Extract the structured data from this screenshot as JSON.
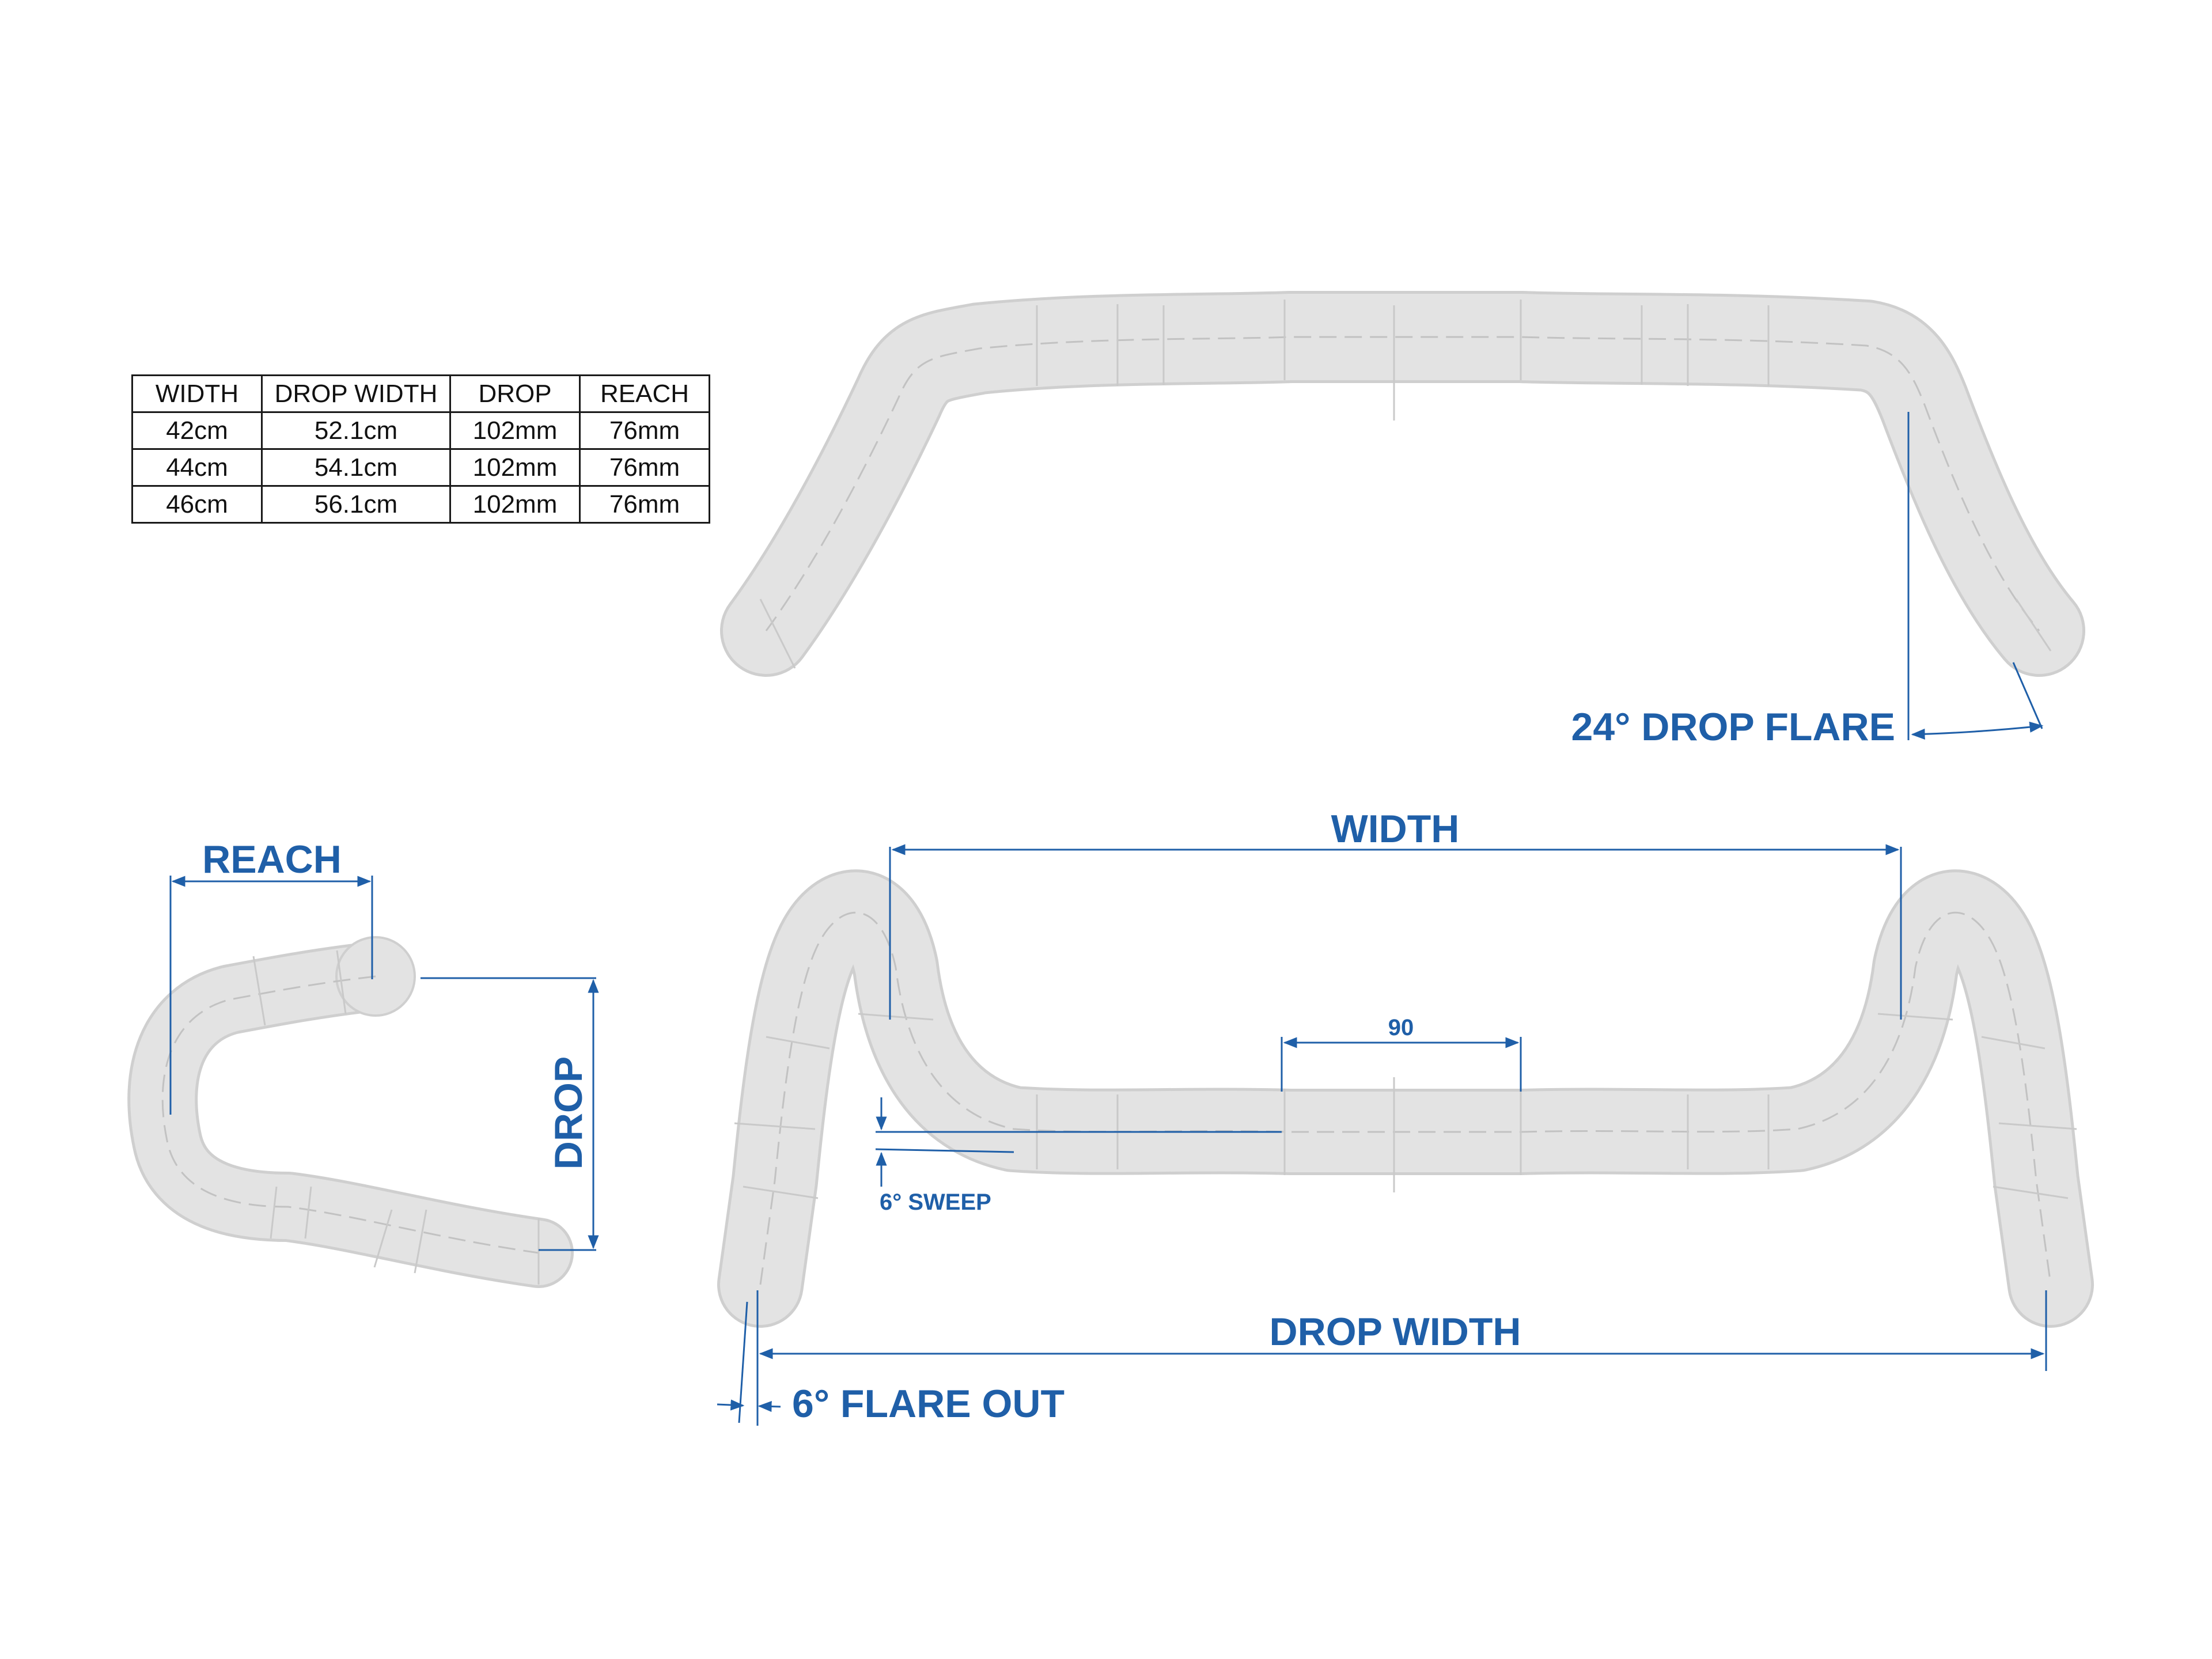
{
  "colors": {
    "accent": "#1f5fa8",
    "tube": "#e3e3e3",
    "outline": "#1a1a1a"
  },
  "table": {
    "headers": [
      "WIDTH",
      "DROP WIDTH",
      "DROP",
      "REACH"
    ],
    "rows": [
      [
        "42cm",
        "52.1cm",
        "102mm",
        "76mm"
      ],
      [
        "44cm",
        "54.1cm",
        "102mm",
        "76mm"
      ],
      [
        "46cm",
        "56.1cm",
        "102mm",
        "76mm"
      ]
    ]
  },
  "labels": {
    "drop_flare": "24° DROP FLARE",
    "reach": "REACH",
    "drop": "DROP",
    "width": "WIDTH",
    "center_width": "90",
    "sweep": "6° SWEEP",
    "drop_width": "DROP WIDTH",
    "flare_out": "6° FLARE OUT"
  }
}
